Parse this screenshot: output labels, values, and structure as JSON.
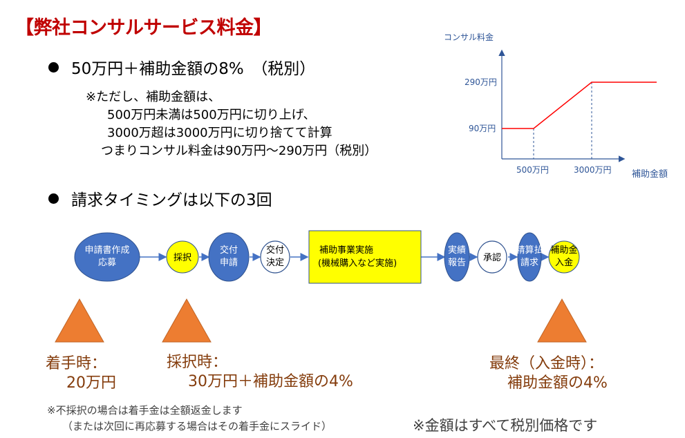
{
  "title": "【弊社コンサルサービス料金】",
  "bullet1": "50万円＋補助金額の8%　（税別）",
  "notes": [
    "※ただし、補助金額は、",
    "500万円未満は500万円に切り上げ、",
    "3000万超は3000万円に切り捨てて計算",
    "つまりコンサル料金は90万円～290万円（税別）"
  ],
  "bullet2": "請求タイミングは以下の3回",
  "chart_data": {
    "type": "line",
    "ylabel": "コンサル料金",
    "xlabel": "補助金額",
    "x_ticks": [
      "500万円",
      "3000万円"
    ],
    "y_ticks": [
      "90万円",
      "290万円"
    ],
    "series": [
      {
        "x": [
          "0",
          "500万円",
          "3000万円",
          "max"
        ],
        "y": [
          90,
          90,
          290,
          290
        ]
      }
    ],
    "line_color": "#FF0000",
    "axis_color": "#2E5597"
  },
  "flow": {
    "steps": [
      {
        "label": [
          "申請書作成",
          "応募"
        ]
      },
      {
        "label": [
          "採択"
        ]
      },
      {
        "label": [
          "交付",
          "申請"
        ]
      },
      {
        "label": [
          "交付",
          "決定"
        ]
      },
      {
        "label": [
          "補助事業実施",
          "(機械購入など実施)"
        ]
      },
      {
        "label": [
          "実績",
          "報告"
        ]
      },
      {
        "label": [
          "承認"
        ]
      },
      {
        "label": [
          "精算払",
          "請求"
        ]
      },
      {
        "label": [
          "補助金",
          "入金"
        ]
      }
    ]
  },
  "payments": {
    "first_label": "着手時：",
    "first_amount": "20万円",
    "second_label": "採択時：",
    "second_amount": "30万円＋補助金額の4%",
    "third_label": "最終（入金時）：",
    "third_amount": "補助金額の4%"
  },
  "footnotes": {
    "note1_line1": "※不採択の場合は着手金は全額返金します",
    "note1_line2": "（または次回に再応募する場合はその着手金にスライド）",
    "note2": "※金額はすべて税別価格です"
  },
  "colors": {
    "title": "#C00000",
    "blue_node": "#4472C4",
    "yellow_node": "#FFFF00",
    "triangle": "#ED7D31",
    "payment_text": "#843C0C"
  }
}
